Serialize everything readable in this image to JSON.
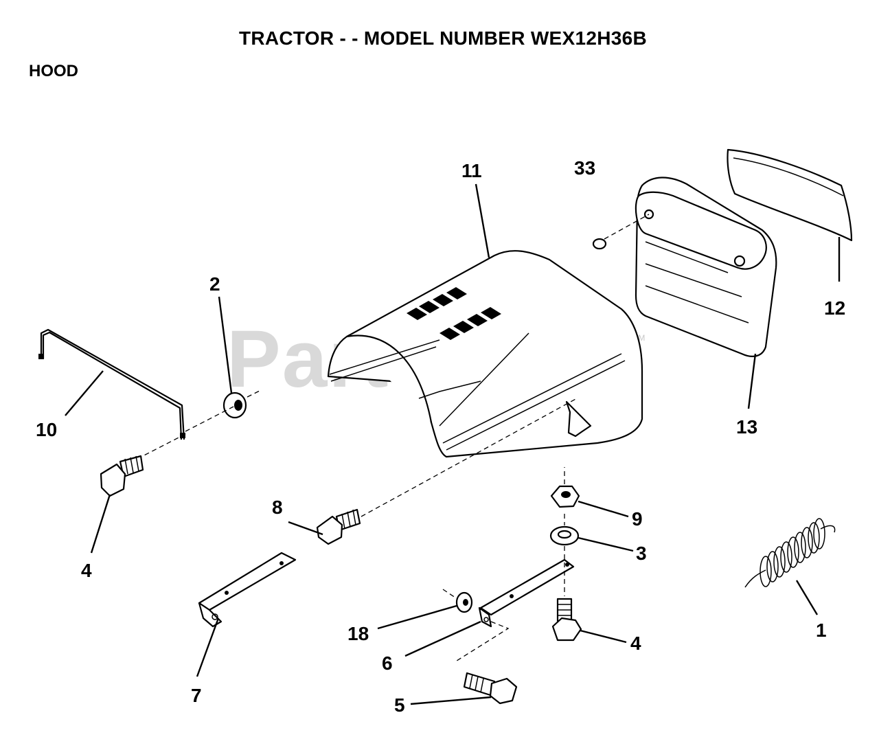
{
  "title": "TRACTOR - - MODEL NUMBER WEX12H36B",
  "section": "HOOD",
  "watermark": "PartsTree",
  "watermark_tm": "TM",
  "callouts": [
    {
      "id": "c11",
      "label": "11"
    },
    {
      "id": "c33",
      "label": "33"
    },
    {
      "id": "c12",
      "label": "12"
    },
    {
      "id": "c13",
      "label": "13"
    },
    {
      "id": "c2",
      "label": "2"
    },
    {
      "id": "c10",
      "label": "10"
    },
    {
      "id": "c4a",
      "label": "4"
    },
    {
      "id": "c8",
      "label": "8"
    },
    {
      "id": "c9",
      "label": "9"
    },
    {
      "id": "c3",
      "label": "3"
    },
    {
      "id": "c1",
      "label": "1"
    },
    {
      "id": "c4b",
      "label": "4"
    },
    {
      "id": "c18",
      "label": "18"
    },
    {
      "id": "c6",
      "label": "6"
    },
    {
      "id": "c7",
      "label": "7"
    },
    {
      "id": "c5",
      "label": "5"
    }
  ]
}
